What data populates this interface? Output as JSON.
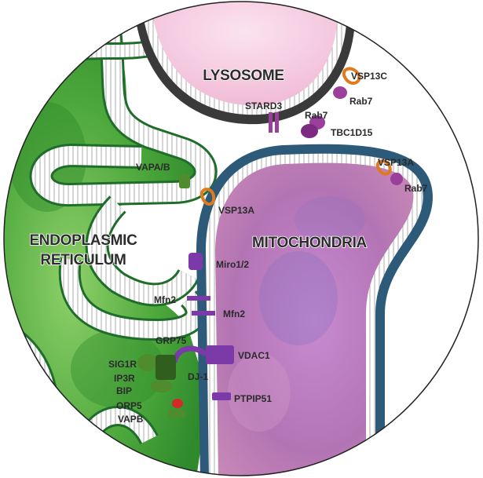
{
  "organelles": {
    "lysosome": "LYSOSOME",
    "mitochondria": "MITOCHONDRIA",
    "er_line1": "ENDOPLASMIC",
    "er_line2": "RETICULUM"
  },
  "proteins": {
    "vsp13c": "VSP13C",
    "rab7_top": "Rab7",
    "stard3": "STARD3",
    "rab7_mid": "Rab7",
    "tbc1d15": "TBC1D15",
    "vsp13a_right": "VSP13A",
    "rab7_right": "Rab7",
    "vapab": "VAPA/B",
    "vsp13a_left": "VSP13A",
    "miro": "Miro1/2",
    "mfn2_left": "Mfn2",
    "mfn2_right": "Mfn2",
    "grp75": "GRP75",
    "vdac1": "VDAC1",
    "sig1r": "SIG1R",
    "ip3r": "IP3R",
    "dj1": "DJ-1",
    "bip": "BIP",
    "orp5": "ORP5",
    "ptpip51": "PTPIP51",
    "vapb": "VAPB"
  },
  "colors": {
    "er": "#3f9a35",
    "er_light": "#7cc45a",
    "mito": "#b46ba4",
    "lyso": "#f3c6dc",
    "purple_protein": "#7c3aa8",
    "orange_protein": "#e07a1e",
    "red_protein": "#d42a2a"
  }
}
